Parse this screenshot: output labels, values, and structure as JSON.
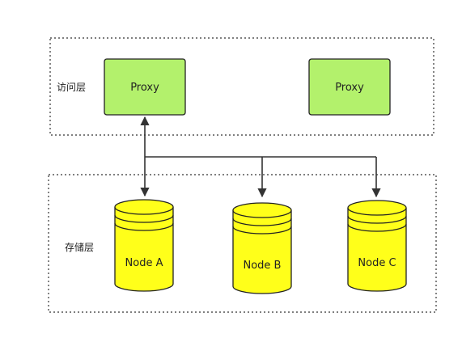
{
  "access_layer": {
    "label": "访问层",
    "proxies": [
      {
        "label": "Proxy"
      },
      {
        "label": "Proxy"
      }
    ]
  },
  "storage_layer": {
    "label": "存储层",
    "nodes": [
      {
        "label": "Node A"
      },
      {
        "label": "Node B"
      },
      {
        "label": "Node C"
      }
    ]
  },
  "colors": {
    "proxy_fill": "#B3F16C",
    "proxy_stroke": "#222222",
    "node_fill": "#FFFF1A",
    "node_stroke": "#222222",
    "layer_border": "#333333",
    "arrow": "#333333"
  }
}
